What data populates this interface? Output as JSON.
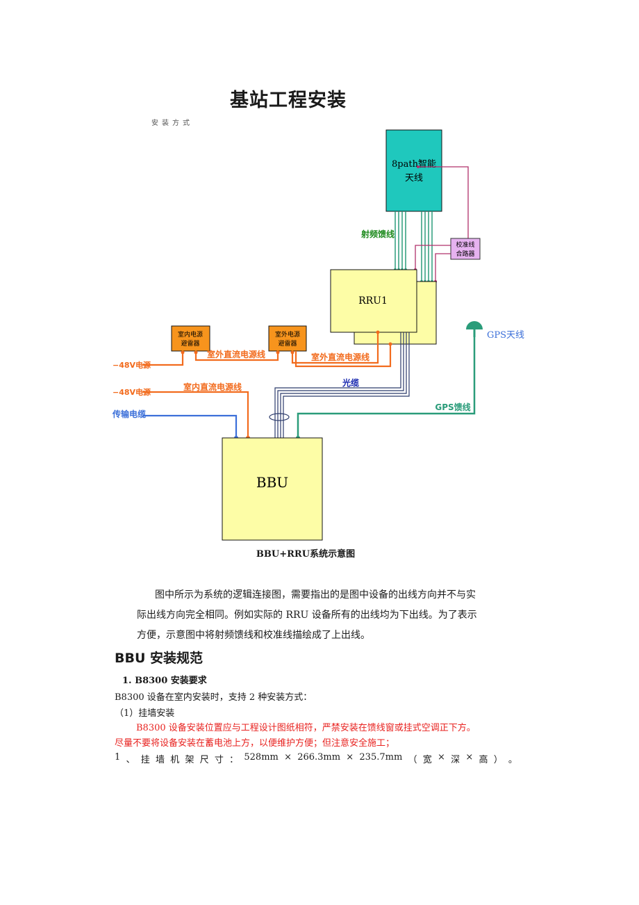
{
  "title": "基站工程安装",
  "subtitle_fragment": "安装方式",
  "diagram": {
    "antenna_label_line1": "8path智能",
    "antenna_label_line2": "天线",
    "rf_feeder_label": "射频馈线",
    "combiner_line1": "校准线",
    "combiner_line2": "合路器",
    "rru_label": "RRU1",
    "gps_antenna_label": "GPS天线",
    "indoor_arrester_line1": "室内电源",
    "indoor_arrester_line2": "避雷器",
    "outdoor_arrester_line1": "室外电源",
    "outdoor_arrester_line2": "避雷器",
    "outdoor_dc_cable_1": "室外直流电源线",
    "outdoor_dc_cable_2": "室外直流电源线",
    "power_48v_1": "−48V电源",
    "power_48v_2": "−48V电源",
    "indoor_dc_cable": "室内直流电源线",
    "fiber_label": "光缆",
    "transmission_label": "传输电缆",
    "gps_feeder_label": "GPS馈线",
    "bbu_label": "BBU",
    "colors": {
      "antenna": "#1fc8bd",
      "box_yellow": "#fdfda6",
      "box_orange": "#f7941d",
      "combiner": "#e6b2f0",
      "orange_line": "#f26b1d",
      "green_line": "#2a9c7a",
      "blue_line": "#3b6fd9",
      "dark_line": "#2b3a6b"
    }
  },
  "caption": "BBU+RRU系统示意图",
  "paragraph": {
    "line1": "图中所示为系统的逻辑连接图，需要指出的是图中设备的出线方向并不与实",
    "line2": "际出线方向完全相同。例如实际的 RRU 设备所有的出线均为下出线。为了表示",
    "line3": "方便，示意图中将射频馈线和校准线描绘成了上出线。"
  },
  "heading_bbu": "BBU 安装规范",
  "heading_b8300": "1. B8300  安装要求",
  "line_support": "B8300  设备在室内安装时，支持 2  种安装方式：",
  "line_wall": "（1）挂墙安装",
  "warning_line1": "B8300  设备安装位置应与工程设计图纸相符，严禁安装在馈线窗或挂式空调正下方。",
  "warning_line2": "尽量不要将设备安装在蓄电池上方，以便维护方便；但注意安全施工；",
  "dims_tokens": [
    "1",
    "、",
    "挂",
    "墙",
    "机",
    "架",
    "尺",
    "寸",
    "：",
    "528mm",
    "×",
    "266.3mm",
    "×",
    "235.7mm",
    "（",
    "宽",
    "×",
    "深",
    "×",
    "高",
    "）",
    "。"
  ]
}
